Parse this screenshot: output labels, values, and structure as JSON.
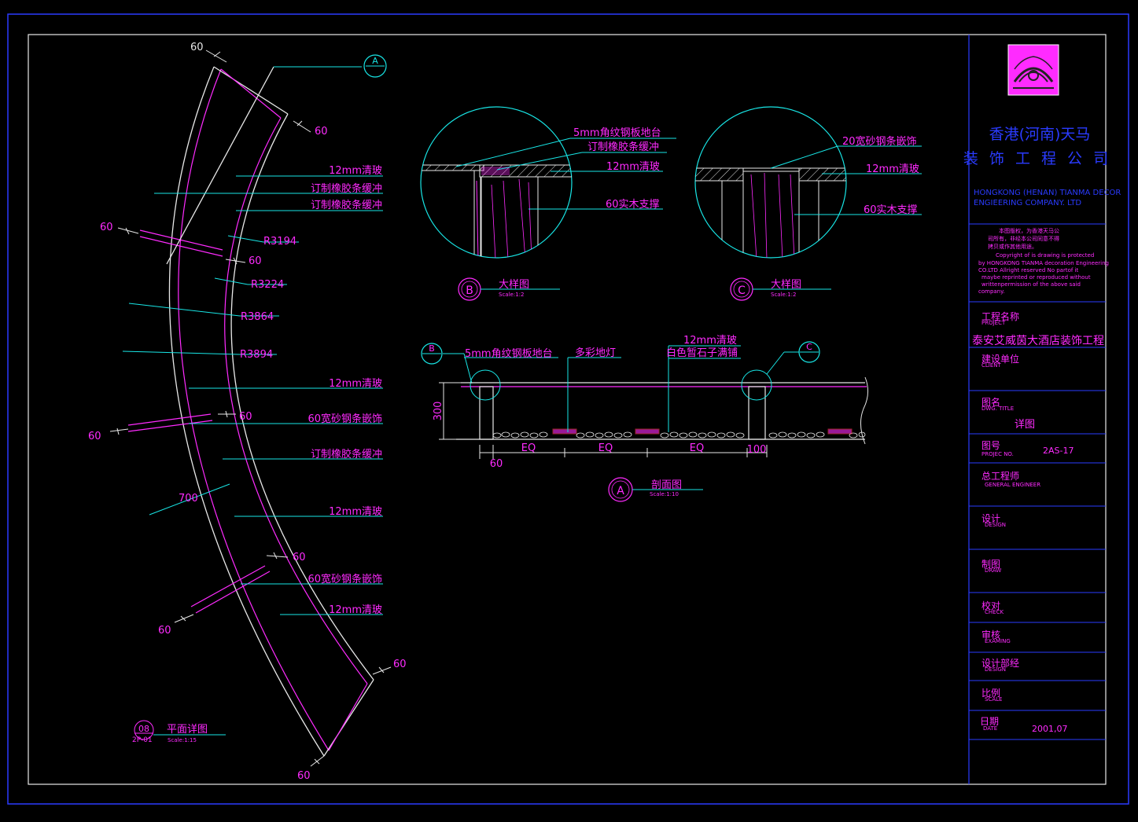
{
  "title_block": {
    "company_cn_1": "香港(河南)天马",
    "company_cn_2": "装 饰 工 程 公 司",
    "company_en_1": "HONGKONG (HENAN) TIANMA DECOR",
    "company_en_2": "ENGIEERING COMPANY. LTD",
    "copyright_cn": [
      "本图版权，为香港天马公",
      "司所有，非经本公司同意不得",
      "拷贝或作其他用途。"
    ],
    "copyright_en": [
      "Copyright of is drawing is protected",
      "by HONGKONG TIANMA decoration Engineering",
      "CO.LTD Allright reserved No partof it",
      "maybe reprinted or reproduced without",
      "writtenpermission of the above said",
      "company."
    ],
    "project_cn": "工程名称",
    "project_en": "PROJECT",
    "project_value": "泰安艾威茵大酒店装饰工程",
    "client_cn": "建设单位",
    "client_en": "CLIENT",
    "title_cn": "图名",
    "title_en": "DWG. TITLE",
    "title_value": "详图",
    "number_cn": "图号",
    "number_en": "PROJEC NO.",
    "number_value": "2AS-17",
    "engineer_cn": "总工程师",
    "engineer_en": "GENERAL ENGINEER",
    "design_cn": "设计",
    "design_en": "DESIGN",
    "drawn_cn": "制图",
    "drawn_en": "DRAW",
    "check_cn": "校对",
    "check_en": "CHECK",
    "exam_cn": "审核",
    "exam_en": "EXAMING",
    "dept_cn": "设计部经",
    "dept_en": "DESIGN",
    "scale_cn": "比例",
    "scale_en": "SCALE",
    "date_cn": "日期",
    "date_en": "DATE",
    "date_value": "2001,07"
  },
  "plan": {
    "dims_60": [
      "60",
      "60",
      "60",
      "60",
      "60",
      "60",
      "60",
      "60",
      "60"
    ],
    "labels": [
      "12mm清玻",
      "订制橡胶条缓冲",
      "订制橡胶条缓冲",
      "R3194",
      "R3224",
      "R3864",
      "R3894",
      "12mm清玻",
      "60宽砂钢条嵌饰",
      "订制橡胶条缓冲",
      "700",
      "12mm清玻",
      "60宽砂钢条嵌饰",
      "12mm清玻"
    ],
    "section_marker": "A",
    "tag_num": "08",
    "tag_sheet": "2P-01",
    "title": "平面详图",
    "scale": "Scale:1:15"
  },
  "detail_b": {
    "labels": [
      "5mm角纹钢板地台",
      "订制橡胶条缓冲",
      "12mm清玻",
      "60实木支撑"
    ],
    "tag": "B",
    "title": "大样图",
    "scale": "Scale:1:2"
  },
  "detail_c": {
    "labels": [
      "20宽砂钢条嵌饰",
      "12mm清玻",
      "60实木支撑"
    ],
    "tag": "C",
    "title": "大样图",
    "scale": "Scale:1:2"
  },
  "section_a": {
    "labels": [
      "5mm角纹钢板地台",
      "多彩地灯",
      "12mm清玻",
      "白色暂石子满铺"
    ],
    "marker_b": "B",
    "marker_c": "C",
    "dim_height": "300",
    "dims": [
      "EQ",
      "EQ",
      "EQ",
      "100",
      "60"
    ],
    "tag": "A",
    "title": "剖面图",
    "scale": "Scale:1:10"
  },
  "colors": {
    "background": "#000000",
    "frame": "#2a3bff",
    "accent": "#ff2bff",
    "leader": "#18e6e6",
    "line": "#e8e8e8"
  }
}
